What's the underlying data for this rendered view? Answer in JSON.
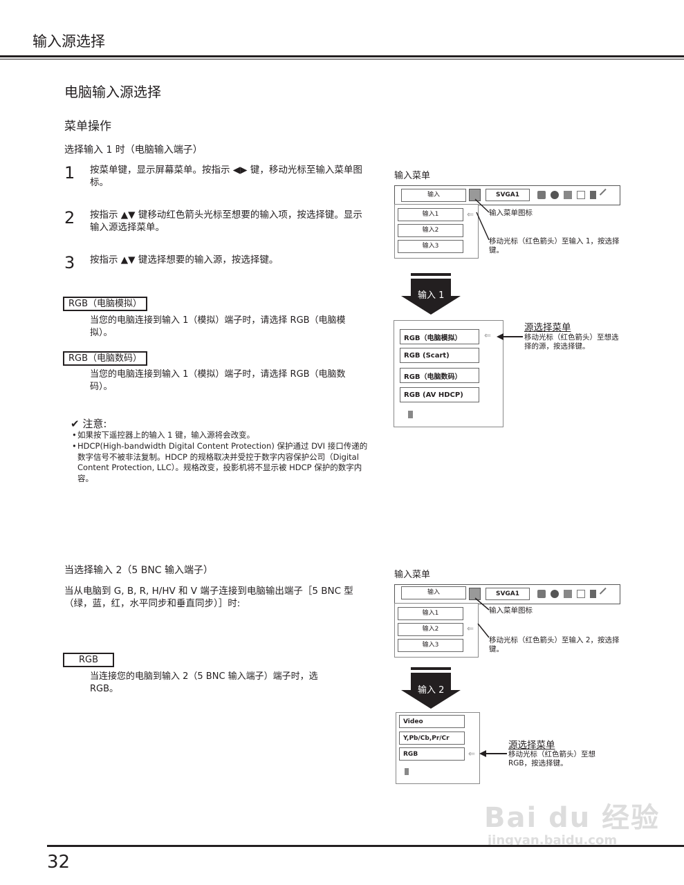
{
  "header": {
    "title": "输入源选择"
  },
  "section": {
    "title": "电脑输入源选择",
    "subtitle": "菜单操作",
    "input1_heading": "选择输入 1 时（电脑输入端子）",
    "steps": [
      {
        "num": "1",
        "text": "按菜单键，显示屏幕菜单。按指示 ◀▶ 键，移动光标至输入菜单图标。"
      },
      {
        "num": "2",
        "text": "按指示 ▲▼ 键移动红色箭头光标至想要的输入项，按选择键。显示输入源选择菜单。"
      },
      {
        "num": "3",
        "text": "按指示 ▲▼ 键选择想要的输入源，按选择键。"
      }
    ],
    "options1": [
      {
        "label": "RGB（电脑模拟）",
        "desc": "当您的电脑连接到输入 1（模拟）端子时，请选择 RGB（电脑模拟）。"
      },
      {
        "label": "RGB（电脑数码）",
        "desc": "当您的电脑连接到输入 1（模拟）端子时，请选择 RGB（电脑数码）。"
      }
    ],
    "note": {
      "title": "注意:",
      "items": [
        "如果按下遥控器上的输入 1 键，输入源将会改变。",
        "HDCP(High-bandwidth Digital Content Protection) 保护通过 DVI 接口传递的数字信号不被非法复制。HDCP 的规格取决并受控于数字内容保护公司（Digital Content Protection, LLC）。规格改变，投影机将不显示被 HDCP 保护的数字内容。"
      ]
    },
    "input2_heading": "当选择输入 2（5 BNC 输入端子）",
    "input2_intro": "当从电脑到 G, B, R, H/HV 和 V 端子连接到电脑输出端子［5 BNC 型（绿，蓝，红，水平同步和垂直同步）］时:",
    "options2": [
      {
        "label": "RGB",
        "desc": "当连接您的电脑到输入 2（5 BNC 输入端子）端子时，选 RGB。"
      }
    ]
  },
  "figure1": {
    "label": "输入菜单",
    "menubar": {
      "input_label": "输入",
      "signal": "SVGA1"
    },
    "inputs": [
      "输入1",
      "输入2",
      "输入3"
    ],
    "anno_icon": "输入菜单图标",
    "anno_cursor": "移动光标（红色箭头）至输入 1，按选择键。",
    "arrow_label": "输入 1",
    "sources": [
      "RGB（电脑模拟）",
      "RGB (Scart)",
      "RGB（电脑数码）",
      "RGB (AV HDCP)"
    ],
    "source_menu_title": "源选择菜单",
    "source_menu_desc": "移动光标（红色箭头）至想选择的源，按选择键。"
  },
  "figure2": {
    "label": "输入菜单",
    "menubar": {
      "input_label": "输入",
      "signal": "SVGA1"
    },
    "inputs": [
      "输入1",
      "输入2",
      "输入3"
    ],
    "anno_icon": "输入菜单图标",
    "anno_cursor": "移动光标（红色箭头）至输入 2，按选择键。",
    "arrow_label": "输入 2",
    "sources": [
      "Video",
      "Y,Pb/Cb,Pr/Cr",
      "RGB"
    ],
    "source_menu_title": "源选择菜单",
    "source_menu_desc": "移动光标（红色箭头）至想 RGB，按选择键。"
  },
  "footer": {
    "page_number": "32"
  },
  "watermark": {
    "brand": "Bai du 经验",
    "url": "jingyan.baidu.com"
  }
}
